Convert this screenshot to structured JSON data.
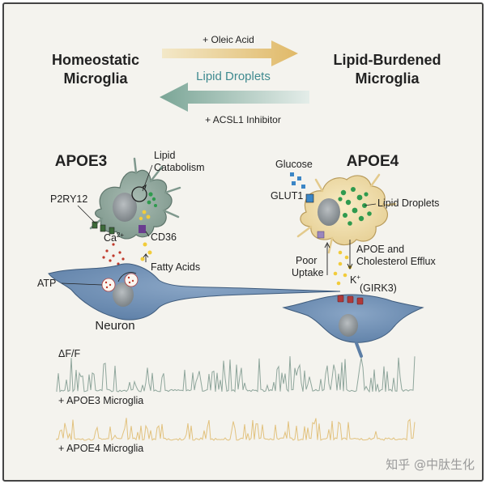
{
  "top": {
    "left_label_line1": "Homeostatic",
    "left_label_line2": "Microglia",
    "right_label_line1": "Lipid-Burdened",
    "right_label_line2": "Microglia",
    "forward_condition": "+ Oleic Acid",
    "reverse_label": "Lipid Droplets",
    "reverse_condition": "+ ACSL1 Inhibitor"
  },
  "apoe3": {
    "title": "APOE3",
    "lipid_catabolism_line1": "Lipid",
    "lipid_catabolism_line2": "Catabolism",
    "p2ry12": "P2RY12",
    "ca_base": "Ca",
    "ca_charge": "2+",
    "cd36": "CD36",
    "fatty_acids": "Fatty Acids",
    "atp": "ATP",
    "neuron": "Neuron"
  },
  "apoe4": {
    "title": "APOE4",
    "glucose": "Glucose",
    "glut1": "GLUT1",
    "lipid_droplets": "Lipid Droplets",
    "apoe_efflux_line1": "APOE and",
    "apoe_efflux_line2": "Cholesterol Efflux",
    "poor_uptake_line1": "Poor",
    "poor_uptake_line2": "Uptake",
    "k_base": "K",
    "k_charge": "+",
    "girk3": "(GIRK3)"
  },
  "traces": {
    "axis_label": "ΔF/F",
    "apoe3_label": "+ APOE3 Microglia",
    "apoe4_label": "+ APOE4 Microglia"
  },
  "watermark": "知乎 @中肽生化",
  "colors": {
    "background": "#f4f3ee",
    "border": "#444444",
    "forward_arrow": "#e3c27a",
    "reverse_arrow": "#8fb3a6",
    "reverse_label": "#3f8a8f",
    "apoe3_cell": "#8fa69c",
    "apoe4_cell": "#f1dfae",
    "neuron": "#6f8fb3",
    "apoe3_trace": "#8fa69c",
    "apoe4_trace": "#e2c27e",
    "lipid_droplet": "#2f9a4e",
    "fatty_acid": "#f2cc3a",
    "calcium": "#c0392b",
    "glucose": "#3b86c6",
    "channel": "#b03a3a"
  }
}
